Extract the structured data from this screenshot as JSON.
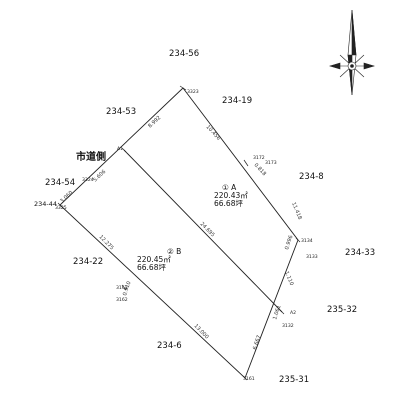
{
  "road_label": "市道側",
  "neighbor_lots": [
    {
      "id": "n1",
      "label": "234-56"
    },
    {
      "id": "n2",
      "label": "234-53"
    },
    {
      "id": "n3",
      "label": "234-19"
    },
    {
      "id": "n4",
      "label": "234-8"
    },
    {
      "id": "n5",
      "label": "234-54"
    },
    {
      "id": "n6",
      "label": "234-44"
    },
    {
      "id": "n7",
      "label": "234-22"
    },
    {
      "id": "n8",
      "label": "234-33"
    },
    {
      "id": "n9",
      "label": "235-32"
    },
    {
      "id": "n10",
      "label": "234-6"
    },
    {
      "id": "n11",
      "label": "235-31"
    }
  ],
  "parcels": [
    {
      "id": "A",
      "number": "① A",
      "area_sqm": "220.43㎡",
      "area_tsubo": "66.68坪"
    },
    {
      "id": "B",
      "number": "② B",
      "area_sqm": "220.45㎡",
      "area_tsubo": "66.68坪"
    }
  ],
  "points": [
    {
      "id": "p3323",
      "label": "3323"
    },
    {
      "id": "pA1",
      "label": "A1"
    },
    {
      "id": "p3324",
      "label": "3324"
    },
    {
      "id": "p3325",
      "label": "3325"
    },
    {
      "id": "p3172",
      "label": "3172"
    },
    {
      "id": "p3173",
      "label": "3173"
    },
    {
      "id": "p3134",
      "label": "3134"
    },
    {
      "id": "p3133",
      "label": "3133"
    },
    {
      "id": "p3163",
      "label": "3163"
    },
    {
      "id": "p3162",
      "label": "3162"
    },
    {
      "id": "pA2",
      "label": "A2"
    },
    {
      "id": "p3132",
      "label": "3132"
    },
    {
      "id": "p3161",
      "label": "3161"
    }
  ],
  "dimensions": [
    {
      "id": "d1",
      "label": "8.992"
    },
    {
      "id": "d2",
      "label": "10.456"
    },
    {
      "id": "d3",
      "label": "0.818"
    },
    {
      "id": "d4",
      "label": "11.418"
    },
    {
      "id": "d5",
      "label": "5.606"
    },
    {
      "id": "d6",
      "label": "3.060"
    },
    {
      "id": "d7",
      "label": "24.695"
    },
    {
      "id": "d8",
      "label": "0.996"
    },
    {
      "id": "d9",
      "label": "1.110"
    },
    {
      "id": "d10",
      "label": "12.275"
    },
    {
      "id": "d11",
      "label": "0.910"
    },
    {
      "id": "d12",
      "label": "1.061"
    },
    {
      "id": "d13",
      "label": "13.000"
    },
    {
      "id": "d14",
      "label": "6.667"
    }
  ]
}
